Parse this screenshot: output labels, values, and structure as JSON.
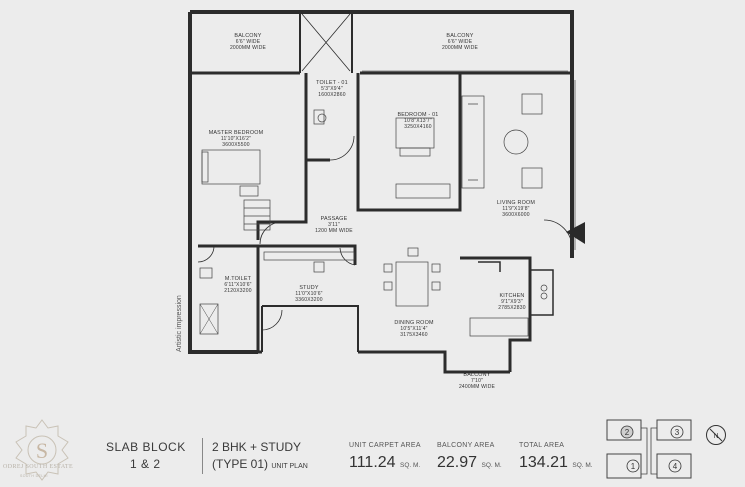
{
  "rooms": {
    "balcony_left": {
      "name": "BALCONY",
      "dim": "6'6\" WIDE",
      "size": "2000MM WIDE"
    },
    "balcony_right": {
      "name": "BALCONY",
      "dim": "6'6\" WIDE",
      "size": "2000MM WIDE"
    },
    "toilet": {
      "name": "TOILET - 01",
      "dim": "5'3\"X9'4\"",
      "size": "1600X2860"
    },
    "master_bedroom": {
      "name": "MASTER BEDROOM",
      "dim": "11'10\"X16'2\"",
      "size": "3600X5500"
    },
    "bedroom": {
      "name": "BEDROOM - 01",
      "dim": "10'8\"X13'7\"",
      "size": "3250X4160"
    },
    "living": {
      "name": "LIVING ROOM",
      "dim": "11'9\"X19'8\"",
      "size": "3600X6000"
    },
    "passage": {
      "name": "PASSAGE",
      "dim": "3'11\"",
      "size": "1200 MM WIDE"
    },
    "mtoilet": {
      "name": "M.TOILET",
      "dim": "6'11\"X10'6\"",
      "size": "2120X3200"
    },
    "study": {
      "name": "STUDY",
      "dim": "11'0\"X10'6\"",
      "size": "3360X3200"
    },
    "dining": {
      "name": "DINING ROOM",
      "dim": "10'5\"X11'4\"",
      "size": "3175X3460"
    },
    "kitchen": {
      "name": "KITCHEN",
      "dim": "9'1\"X9'3\"",
      "size": "2785X2830"
    },
    "balcony_bottom": {
      "name": "BALCONY",
      "dim": "7'10\"",
      "size": "2400MM WIDE"
    }
  },
  "artistic_note": "Artistic impression",
  "footer": {
    "slab_line1": "SLAB BLOCK",
    "slab_line2": "1 & 2",
    "type_line1": "2 BHK + STUDY",
    "type_line2": "(TYPE 01)",
    "unit_plan": "UNIT PLAN",
    "carpet_label": "UNIT CARPET AREA",
    "carpet_value": "111.24",
    "balcony_label": "BALCONY AREA",
    "balcony_value": "22.97",
    "total_label": "TOTAL AREA",
    "total_value": "134.21",
    "unit": "SQ. M."
  },
  "logo": {
    "letter": "S",
    "text": "ODREJ SOUTH ESTATE",
    "sub": "SOUTH DELHI"
  },
  "keyplan": {
    "blocks": [
      "1",
      "2",
      "3",
      "4"
    ]
  },
  "compass": {
    "letter": "N"
  }
}
